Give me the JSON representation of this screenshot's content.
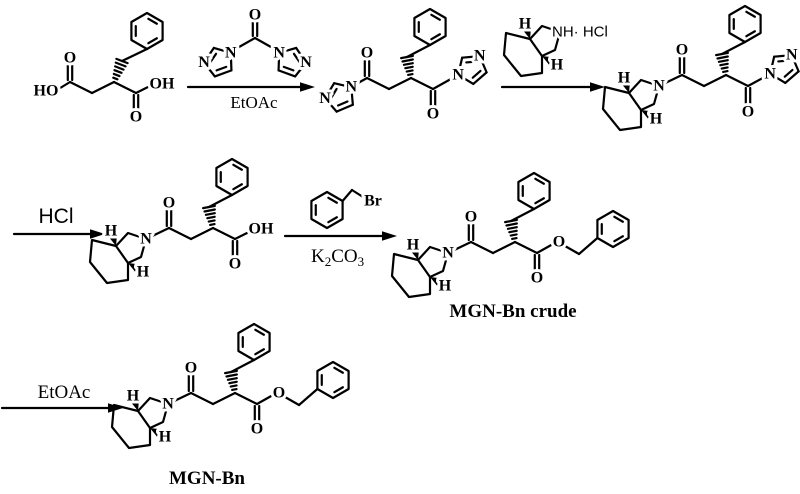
{
  "colors": {
    "background": "#ffffff",
    "ink": "#000000"
  },
  "atoms": {
    "O": "O",
    "N": "N",
    "H": "H",
    "OH": "OH",
    "HO": "HO",
    "Br": "Br",
    "NH_HCl": "NH· HCl"
  },
  "steps": {
    "step1": {
      "solvent": "EtOAc"
    },
    "step3": {
      "reagent": "HCl"
    },
    "step4": {
      "base_parts": {
        "p1": "K",
        "s1": "2",
        "p2": "CO",
        "s2": "3"
      }
    },
    "step5": {
      "solvent": "EtOAc"
    }
  },
  "products": {
    "crude": "MGN-Bn crude",
    "final": "MGN-Bn"
  }
}
